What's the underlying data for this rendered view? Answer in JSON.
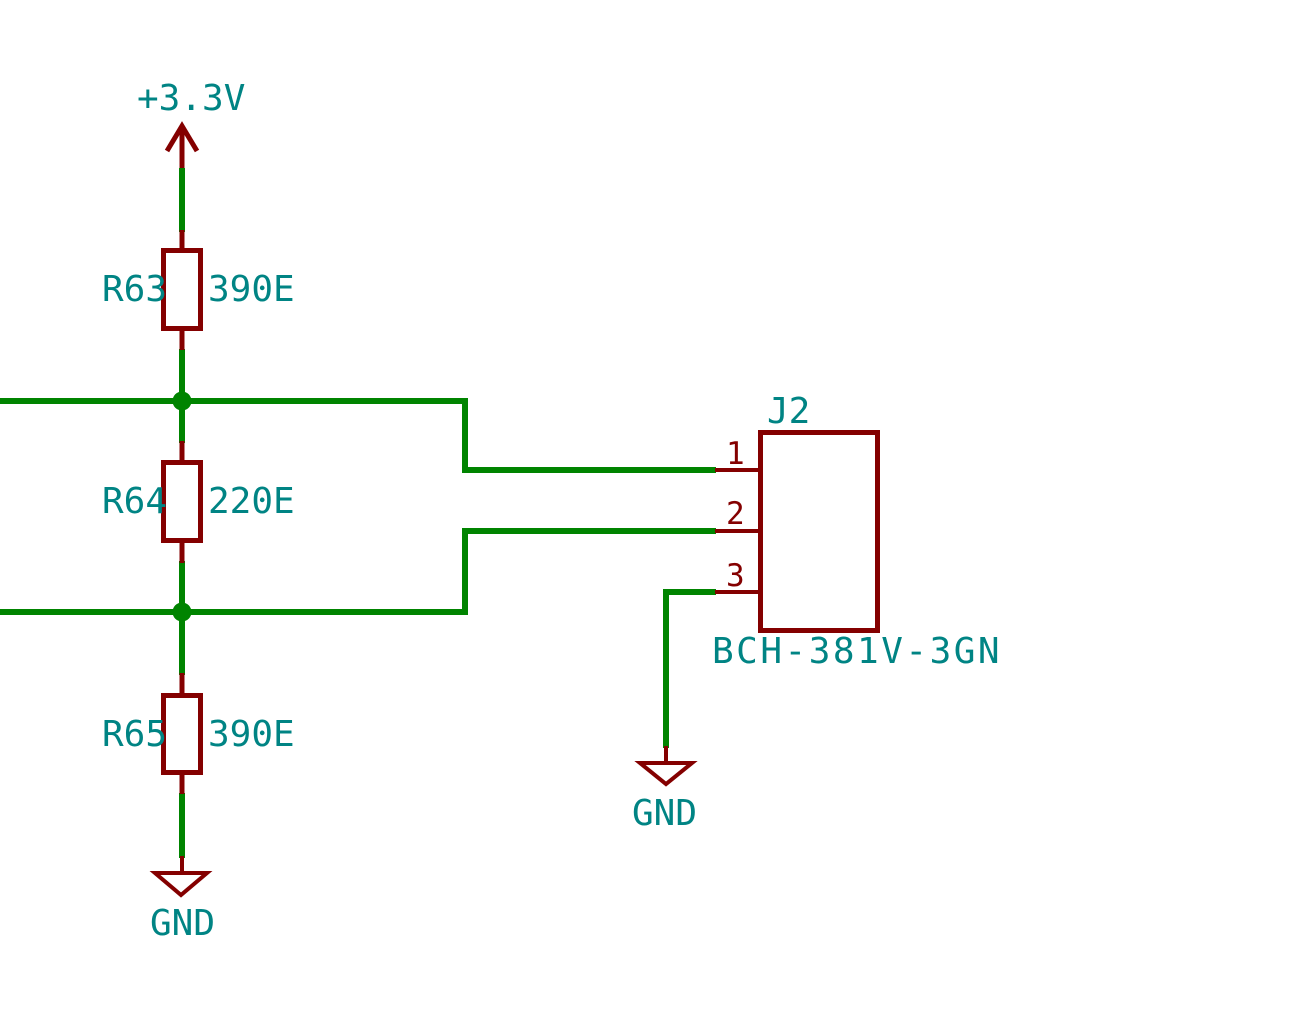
{
  "colors": {
    "bg": "#ffffff",
    "wire": "#008400",
    "comp": "#840000",
    "label": "#008484"
  },
  "power": {
    "net_label": "+3.3V"
  },
  "resistors": [
    {
      "ref": "R63",
      "value": "390E"
    },
    {
      "ref": "R64",
      "value": "220E"
    },
    {
      "ref": "R65",
      "value": "390E"
    }
  ],
  "connector": {
    "ref": "J2",
    "value": "BCH-381V-3GN",
    "pin_numbers": [
      "1",
      "2",
      "3"
    ]
  },
  "grounds": [
    {
      "label": "GND"
    },
    {
      "label": "GND"
    }
  ]
}
